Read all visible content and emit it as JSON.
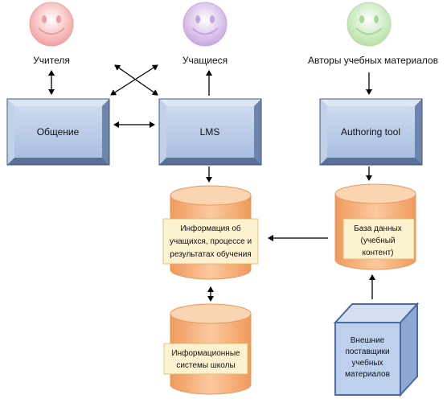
{
  "actors": {
    "teachers": "Учителя",
    "students": "Учащиеся",
    "authors": "Авторы учебных материалов"
  },
  "boxes": {
    "communication": "Общение",
    "lms": "LMS",
    "authoring_tool": "Authoring tool"
  },
  "stores": {
    "student_info": [
      "Информация об",
      "учащихся, процессе и",
      "результатах обучения"
    ],
    "database": [
      "База данных",
      "(учебный",
      "контент)"
    ],
    "school_systems": [
      "Информационные",
      "системы школы"
    ]
  },
  "supplier": [
    "Внешние",
    "поставщики",
    "учебных",
    "материалов"
  ],
  "colors": {
    "face_teacher": "#f2a0a0",
    "face_student": "#c8a8e0",
    "face_author": "#b6e0a6",
    "box_fill": "#b9cbe6",
    "box_border": "#5c7198",
    "cylinder": "#f6b98a",
    "cylinder_top": "#fbd4b2",
    "label_band": "#fdf2cf",
    "supplier_fill": "#bdd0ec",
    "supplier_border": "#4a6aa8"
  }
}
